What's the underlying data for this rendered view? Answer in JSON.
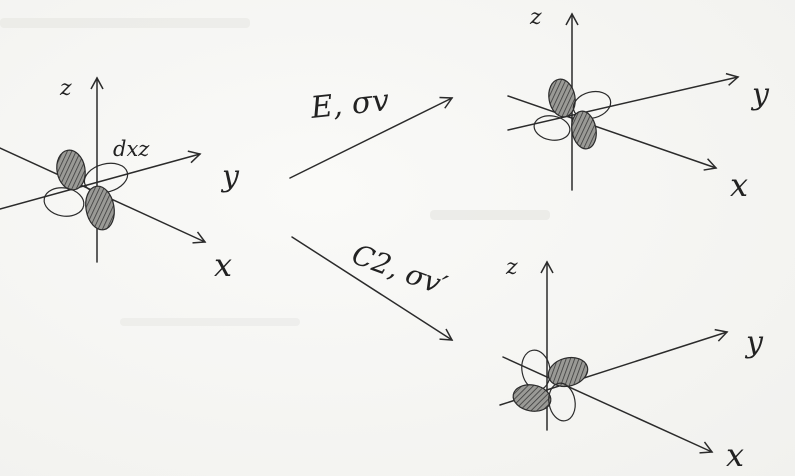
{
  "panels": {
    "original": {
      "z": "z",
      "y": "y",
      "x": "x",
      "orbital": "dxz"
    },
    "top": {
      "z": "z",
      "y": "y",
      "x": "x"
    },
    "bottom": {
      "z": "z",
      "y": "y",
      "x": "x"
    }
  },
  "operations": {
    "upper": "E, σv",
    "lower": "C2, σv′"
  }
}
